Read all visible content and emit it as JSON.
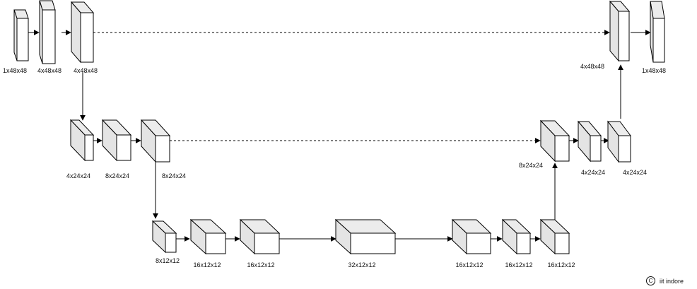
{
  "blocks": [
    {
      "id": "enc1-input",
      "label": "1x48x48"
    },
    {
      "id": "enc1-conv1",
      "label": "4x48x48"
    },
    {
      "id": "enc1-conv2",
      "label": "4x48x48"
    },
    {
      "id": "enc2-pool",
      "label": "4x24x24"
    },
    {
      "id": "enc2-conv1",
      "label": "8x24x24"
    },
    {
      "id": "enc2-conv2",
      "label": "8x24x24"
    },
    {
      "id": "bot-pool",
      "label": "8x12x12"
    },
    {
      "id": "bot-conv1",
      "label": "16x12x12"
    },
    {
      "id": "bot-conv2",
      "label": "16x12x12"
    },
    {
      "id": "bot-mid",
      "label": "32x12x12"
    },
    {
      "id": "bot-conv3",
      "label": "16x12x12"
    },
    {
      "id": "bot-conv4",
      "label": "16x12x12"
    },
    {
      "id": "bot-conv5",
      "label": "16x12x12"
    },
    {
      "id": "dec2-up",
      "label": "8x24x24"
    },
    {
      "id": "dec2-conv1",
      "label": "4x24x24"
    },
    {
      "id": "dec2-conv2",
      "label": "4x24x24"
    },
    {
      "id": "dec1-up",
      "label": "4x48x48"
    },
    {
      "id": "dec1-output",
      "label": "1x48x48"
    }
  ],
  "credit": {
    "symbol": "C",
    "text": "iit indore"
  }
}
